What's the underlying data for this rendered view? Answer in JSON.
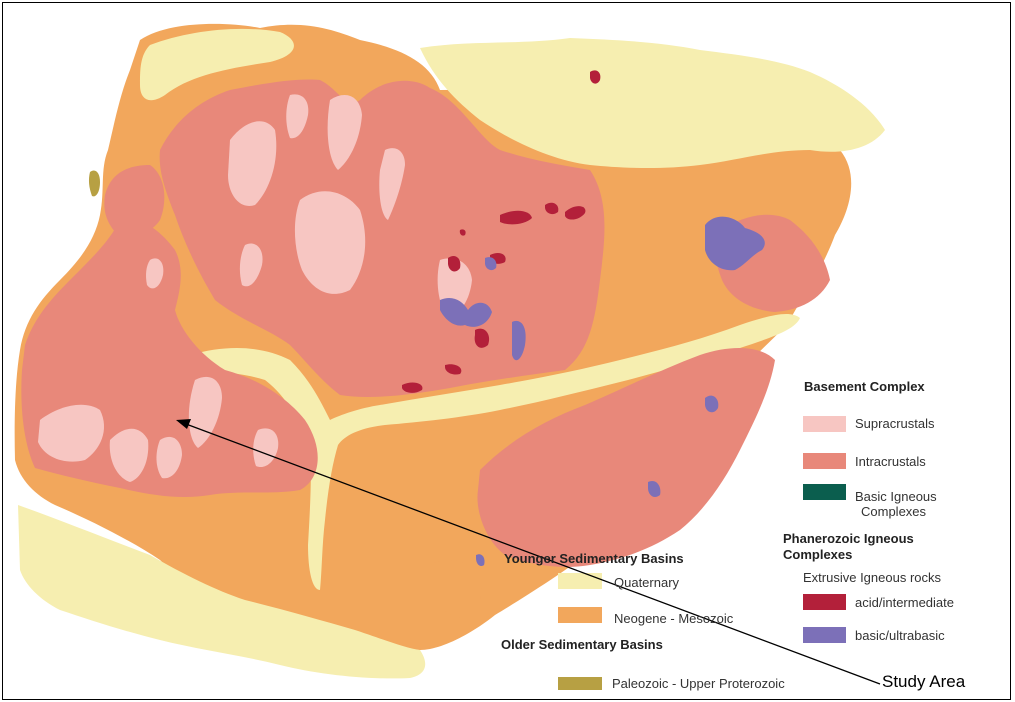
{
  "colors": {
    "quaternary": "#f6eeb0",
    "neogene_mesozoic": "#f2a75c",
    "paleozoic": "#b7a043",
    "supracrustals": "#f7c6c2",
    "intracrustals": "#e8887a",
    "basic_igneous": "#0b5e4e",
    "acid_intermediate": "#b3203a",
    "basic_ultrabasic": "#7c70b8"
  },
  "legend": {
    "basement_title": "Basement Complex",
    "supracrustals": "Supracrustals",
    "intracrustals": "Intracrustals",
    "basic_igneous_line1": "Basic Igneous",
    "basic_igneous_line2": "Complexes",
    "phanerozoic_line1": "Phanerozoic Igneous",
    "phanerozoic_line2": "Complexes",
    "extrusive": "Extrusive Igneous rocks",
    "acid": "acid/intermediate",
    "basic_ultra": "basic/ultrabasic",
    "younger_title": "Younger Sedimentary Basins",
    "quaternary": "Quaternary",
    "neogene": "Neogene - Mesozoic",
    "older_title": "Older Sedimentary Basins",
    "paleozoic": "Paleozoic - Upper Proterozoic"
  },
  "annotation": {
    "study_area": "Study Area"
  }
}
